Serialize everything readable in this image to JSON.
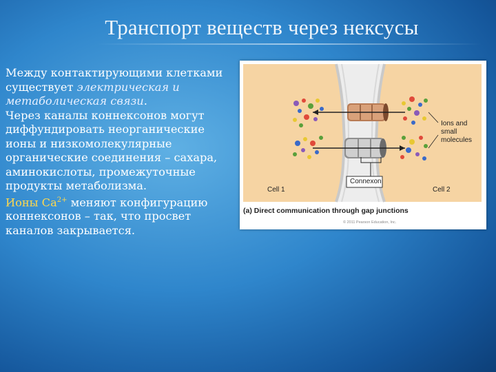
{
  "slide": {
    "title": "Транспорт веществ через нексусы",
    "para1_a": "Между контактирующими клетками существует ",
    "para1_italic": "электрическая и метаболическая связи",
    "para1_b": ".",
    "para2": "Через каналы коннексонов могут диффундировать неорганические ионы и низкомолекулярные органические соединения – сахара, аминокислоты, промежуточные продукты метаболизма.",
    "para3_highlight": "Ионы Ca",
    "para3_sup": "2+",
    "para3_b": " меняют конфигурацию коннексонов – так, что просвет каналов закрывается."
  },
  "figure": {
    "label_ions": "Ions and small molecules",
    "label_cell1": "Cell 1",
    "label_cell2": "Cell 2",
    "label_connexon": "Connexon",
    "caption": "(a) Direct communication through gap junctions",
    "copyright": "© 2011 Pearson Education, Inc."
  },
  "colors": {
    "background": "#2f86cc",
    "highlight": "#ffd84d",
    "cytoplasm": "#f6d4a3",
    "membrane": "#e4e4e4"
  }
}
